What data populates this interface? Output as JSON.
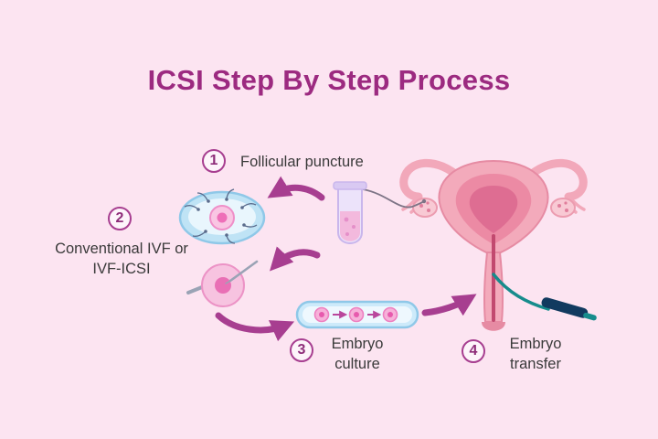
{
  "title": "ICSI Step By Step Process",
  "steps": [
    {
      "number": "1",
      "label": "Follicular puncture"
    },
    {
      "number": "2",
      "label": "Conventional IVF or IVF-ICSI"
    },
    {
      "number": "3",
      "label": "Embryo culture"
    },
    {
      "number": "4",
      "label": "Embryo transfer"
    }
  ],
  "icons": [
    "test-tube-icon",
    "uterus-illustration",
    "petri-dish-ivf-icon",
    "icsi-injection-icon",
    "embryo-culture-dish-icon",
    "catheter-icon",
    "flow-arrow-icon"
  ],
  "colors": {
    "background": "#fce4f1",
    "title": "#9c2a80",
    "arrow": "#a73e90",
    "step_circle_border": "#a73e90",
    "step_number": "#8e2d79",
    "label_text": "#3a3a3a",
    "uterus_pink": "#f3aabb",
    "uterus_inner": "#de6d92",
    "dish_blue": "#bfe3f5",
    "catheter_teal": "#168c8c",
    "catheter_handle": "#113a5f"
  }
}
